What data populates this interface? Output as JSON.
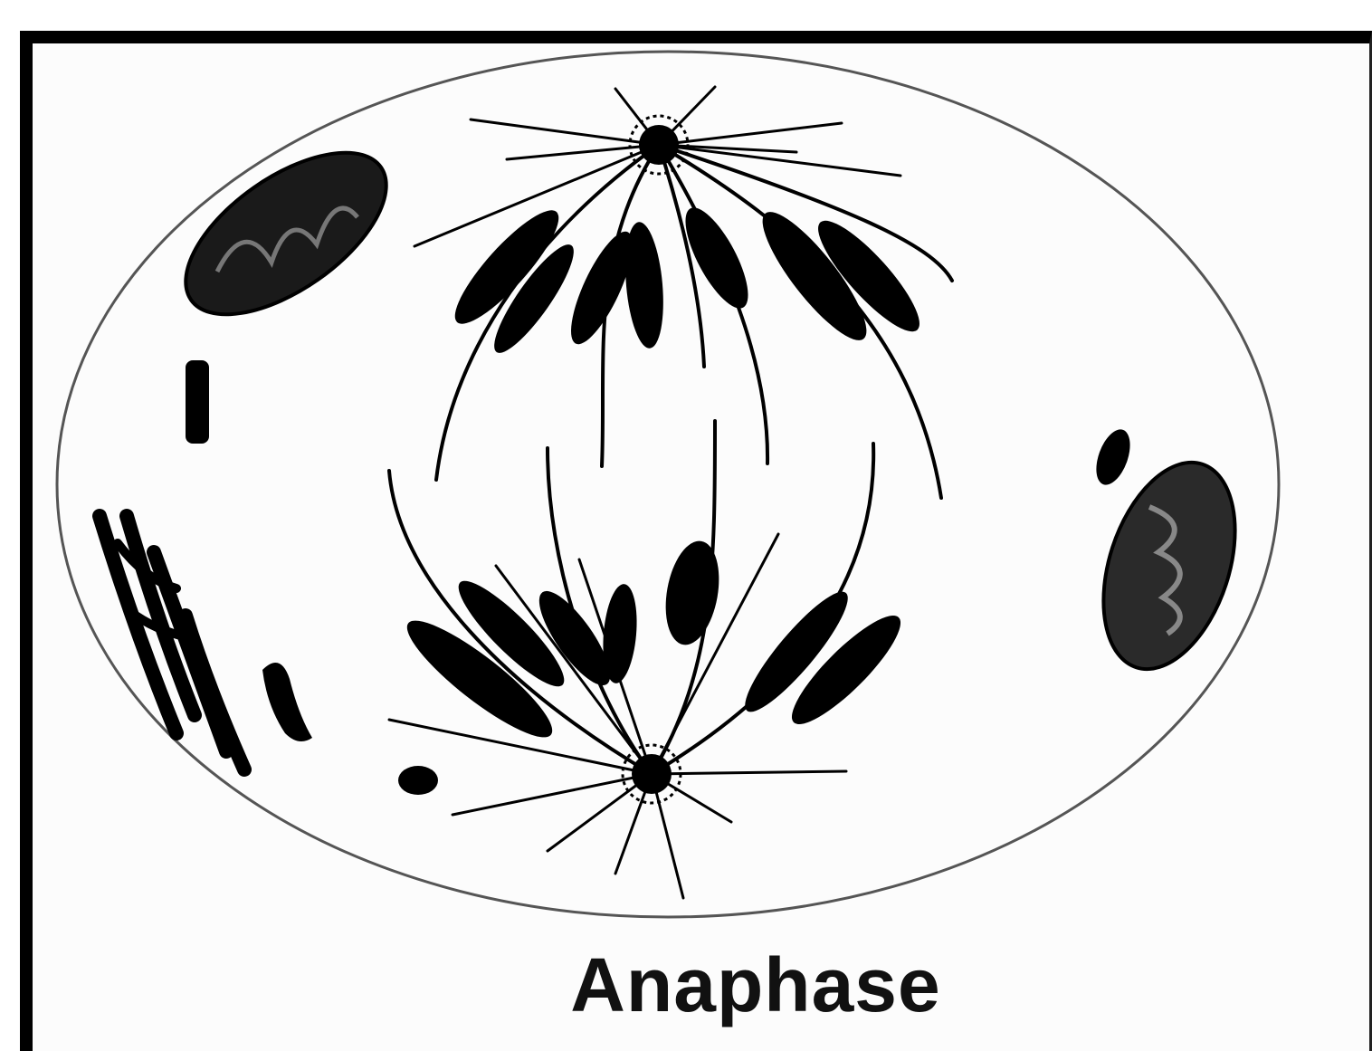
{
  "caption": "Anaphase",
  "colors": {
    "ink": "#000000",
    "membrane": "#555555",
    "organelle_fill": "#2a2a2a",
    "background": "#ffffff"
  },
  "parts": [
    "cell-membrane",
    "upper-centrosome",
    "lower-centrosome",
    "spindle-fibers",
    "upper-chromosomes",
    "lower-chromosomes",
    "mitochondria",
    "golgi-apparatus",
    "vesicles"
  ]
}
